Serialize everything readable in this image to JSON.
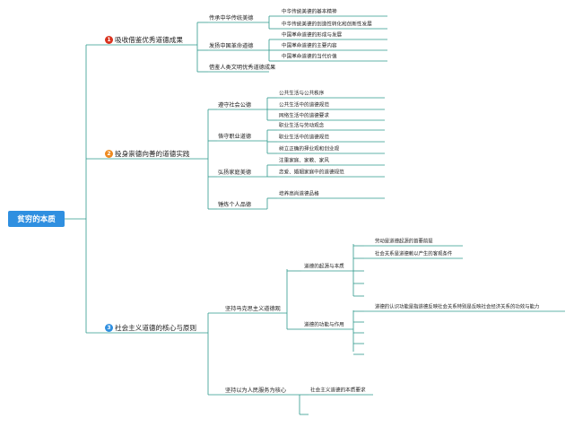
{
  "root": {
    "label": "贫穷的本质"
  },
  "branches": [
    {
      "num": "1",
      "label": "吸收借鉴优秀道德成果",
      "badge_color": "#d9331f",
      "children": [
        {
          "label": "传承中华传统美德",
          "children": [
            {
              "label": "中华传统美德的基本精神"
            },
            {
              "label": "中华传统美德的创造性转化和创新性发展"
            }
          ]
        },
        {
          "label": "发扬中国革命道德",
          "children": [
            {
              "label": "中国革命道德的形成与发展"
            },
            {
              "label": "中国革命道德的主要内容"
            },
            {
              "label": "中国革命道德的当代价值"
            }
          ]
        },
        {
          "label": "借鉴人类文明优秀道德成果",
          "children": []
        }
      ]
    },
    {
      "num": "2",
      "label": "投身崇德向善的道德实践",
      "badge_color": "#ee8a1f",
      "children": [
        {
          "label": "遵守社会公德",
          "children": [
            {
              "label": "公共生活与公共秩序"
            },
            {
              "label": "公共生活中的道德规范"
            },
            {
              "label": "网络生活中的道德要求"
            }
          ]
        },
        {
          "label": "恪守职业道德",
          "children": [
            {
              "label": "职业生活与劳动观念"
            },
            {
              "label": "职业生活中的道德规范"
            },
            {
              "label": "树立正确的择业观和创业观"
            }
          ]
        },
        {
          "label": "弘扬家庭美德",
          "children": [
            {
              "label": "注重家庭、家教、家风"
            },
            {
              "label": "恋爱、婚姻家庭中的道德规范"
            }
          ]
        },
        {
          "label": "锤炼个人品德",
          "children": [
            {
              "label": "培养高尚道德品格"
            }
          ]
        }
      ]
    },
    {
      "num": "3",
      "label": "社会主义道德的核心与原则",
      "badge_color": "#2f8fe0",
      "children": [
        {
          "label": "坚持马克思主义道德观",
          "children": [
            {
              "label": "道德的起源与本质",
              "children": [
                {
                  "label": "劳动是道德起源的首要前提"
                },
                {
                  "label": "社会关系是道德赖以产生的客观条件"
                },
                {
                  "label": ""
                },
                {
                  "label": ""
                },
                {
                  "label": ""
                }
              ]
            },
            {
              "label": "道德的功能与作用",
              "children": [
                {
                  "label": "道德的认识功能是指道德反映社会关系特别是反映社会经济关系的功效与能力"
                },
                {
                  "label": ""
                },
                {
                  "label": ""
                },
                {
                  "label": ""
                },
                {
                  "label": ""
                }
              ]
            }
          ]
        },
        {
          "label": "坚持以为人民服务为核心",
          "children": [
            {
              "label": "社会主义道德的本质要求"
            },
            {
              "label": ""
            }
          ]
        }
      ]
    }
  ],
  "colors": {
    "line": "#2e9a8c",
    "root_bg": "#2f8fe0"
  }
}
